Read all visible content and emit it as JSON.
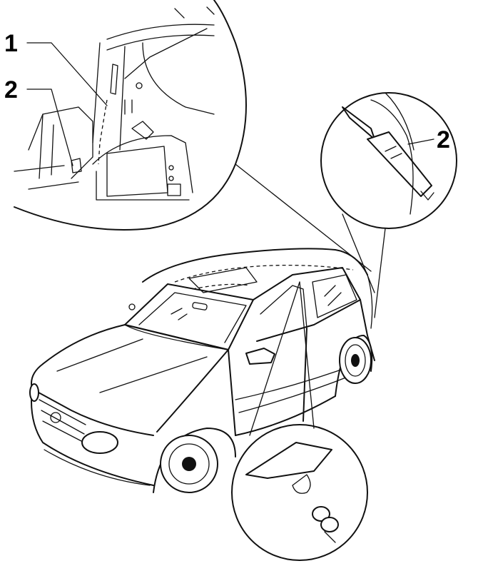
{
  "callouts": {
    "label_1": "1",
    "label_2_left": "2",
    "label_2_right": "2"
  }
}
